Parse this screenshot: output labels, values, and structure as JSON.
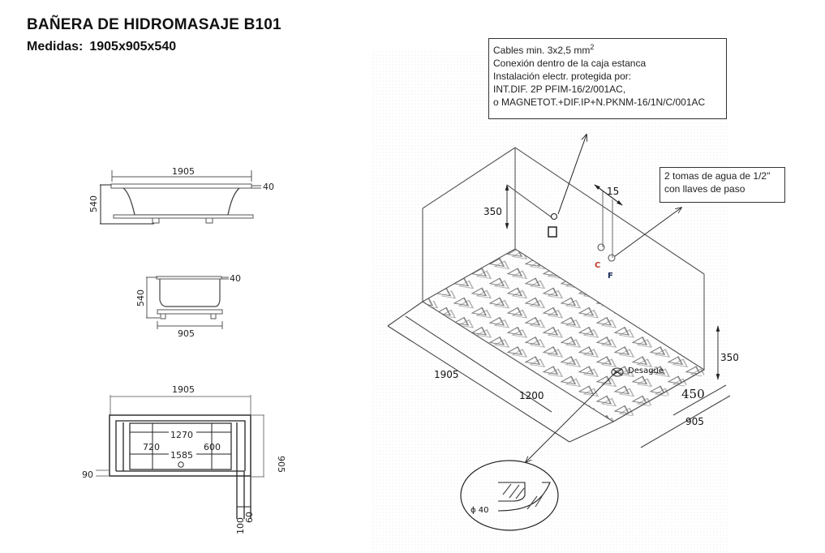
{
  "header": {
    "title": "BAÑERA DE HIDROMASAJE B101",
    "measures_label": "Medidas:",
    "measures_value": "1905x905x540"
  },
  "side_view": {
    "length": "1905",
    "height": "540",
    "rim": "40"
  },
  "end_view": {
    "width": "905",
    "height": "540",
    "rim": "40"
  },
  "plan_view": {
    "length": "1905",
    "width": "905",
    "inner_length_top": "1270",
    "inner_length_bottom": "1585",
    "left_section": "720",
    "right_section": "600",
    "edge_left": "90",
    "edge_right_a": "100",
    "edge_right_b": "60"
  },
  "electrical_note": {
    "line1": "Cables min. 3x2,5 mm",
    "line1_sup": "2",
    "line2": "Conexión dentro de la caja estanca",
    "line3": "Instalación electr. protegida por:",
    "line4": "INT.DIF. 2P PFIM-16/2/001AC,",
    "line5": "o MAGNETOT.+DIF.IP+N.PKNM-16/1N/C/001AC"
  },
  "water_note": {
    "line1": "2 tomas de agua de 1/2\"",
    "line2": "con llaves de paso"
  },
  "isometric": {
    "socket_height": "350",
    "tap_spacing": "15",
    "hot_label": "C",
    "cold_label": "F",
    "corner_height": "350",
    "length": "1905",
    "drain_offset": "1200",
    "drain_side": "450",
    "width": "905",
    "drain_label": "Desagüe",
    "drain_diameter": "ϕ 40"
  },
  "colors": {
    "hot": "#c0392b",
    "cold": "#1a2a5a",
    "line": "#333333"
  }
}
